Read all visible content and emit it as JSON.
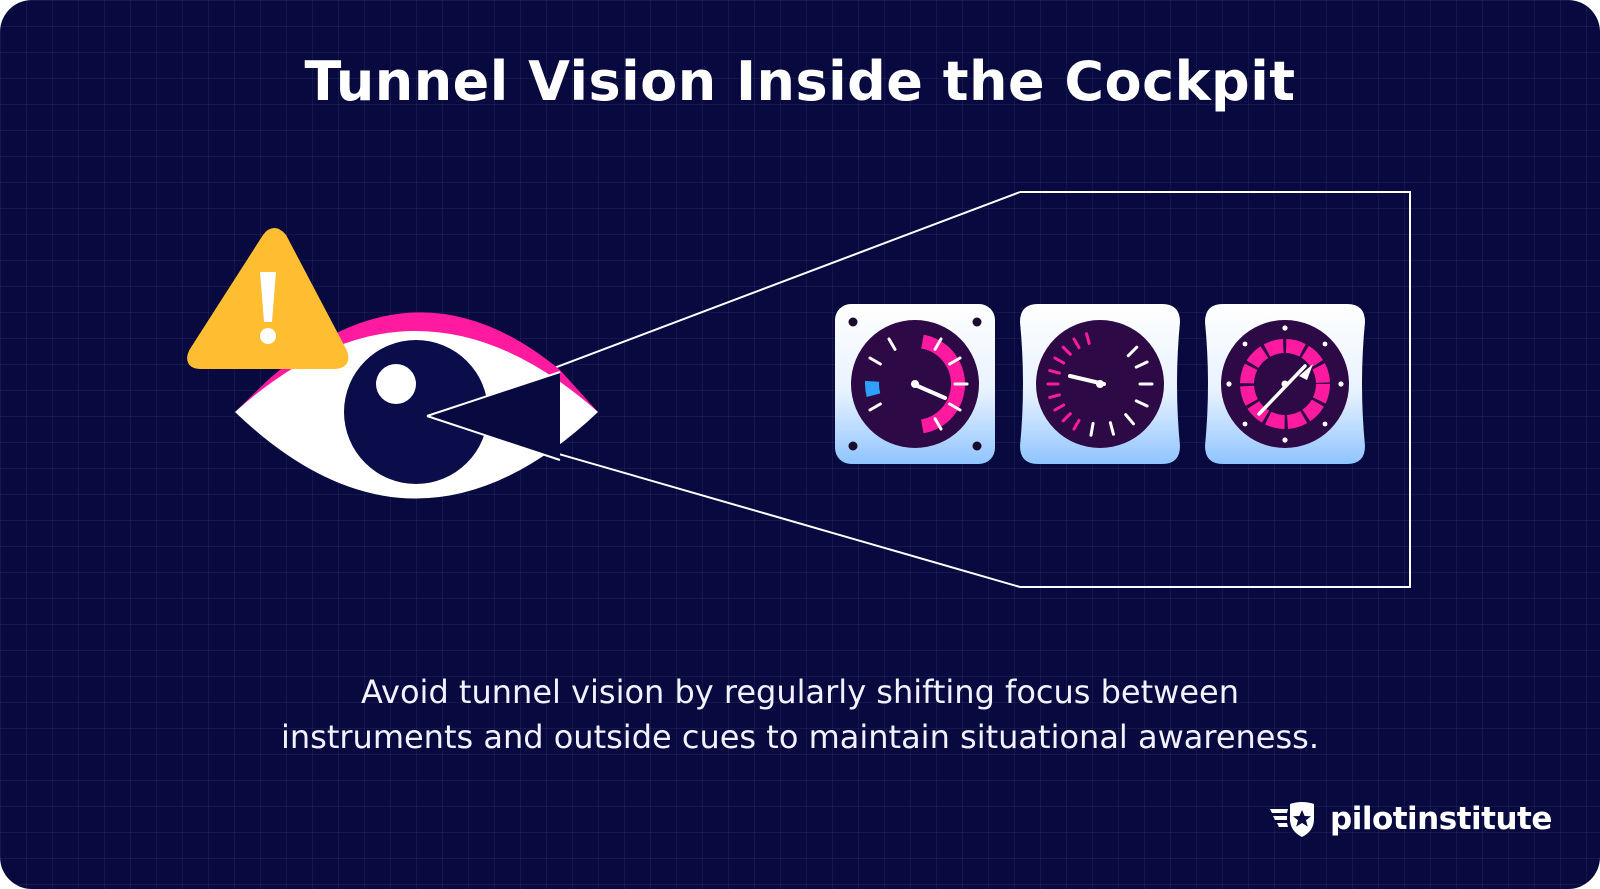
{
  "title": "Tunnel Vision Inside the Cockpit",
  "caption": {
    "line1": "Avoid tunnel vision by regularly shifting focus between",
    "line2": "instruments and outside cues to maintain situational awareness."
  },
  "brand": {
    "name": "pilotinstitute",
    "logo_icon": "star-shield-wings-icon"
  },
  "illustration": {
    "warning_icon": "warning-triangle-icon",
    "eye_icon": "eye-icon",
    "instruments": [
      "square-gauge-icon",
      "rounded-gauge-icon",
      "compass-gauge-icon"
    ]
  },
  "colors": {
    "background": "#07093f",
    "accent_magenta": "#ff1aa0",
    "warning_yellow": "#ffbe32",
    "gauge_face": "#2d0a45",
    "gauge_bezel_bottom": "#8fc4ff"
  }
}
